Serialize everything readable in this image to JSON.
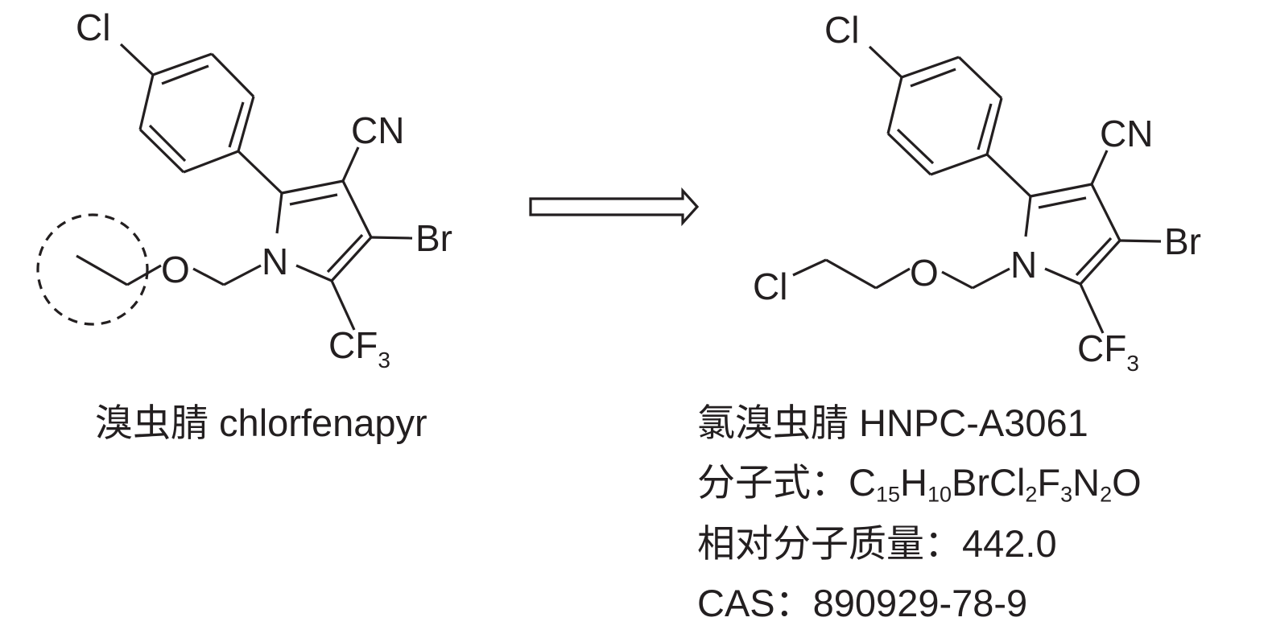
{
  "left_molecule": {
    "atoms": {
      "cl": "Cl",
      "cn": "CN",
      "br": "Br",
      "n": "N",
      "o": "O",
      "cf": "CF",
      "cf_sub": "3"
    },
    "caption": "溴虫腈 chlorfenapyr"
  },
  "right_molecule": {
    "atoms": {
      "cl_top": "Cl",
      "cn": "CN",
      "br": "Br",
      "n": "N",
      "o": "O",
      "cl_left": "Cl",
      "cf": "CF",
      "cf_sub": "3"
    },
    "caption": "氯溴虫腈 HNPC-A3061",
    "formula": {
      "label": "分子式：",
      "parts": {
        "c": "C",
        "c_n": "15",
        "h": "H",
        "h_n": "10",
        "brcl": "BrCl",
        "cl_n": "2",
        "f": "F",
        "f_n": "3",
        "n": "N",
        "n_n": "2",
        "o": "O"
      }
    },
    "mass_line": "相对分子质量：442.0",
    "cas_line": "CAS：890929-78-9"
  },
  "arrow": {
    "type": "retrosynthetic-open-arrow"
  }
}
